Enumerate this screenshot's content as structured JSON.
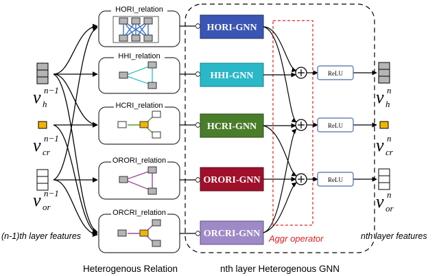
{
  "relations": [
    {
      "label": "HORI_relation"
    },
    {
      "label": "HHI_relation"
    },
    {
      "label": "HCRI_relation"
    },
    {
      "label": "ORORI_relation"
    },
    {
      "label": "ORCRI_relation"
    }
  ],
  "gnns": [
    {
      "label": "HORI-GNN",
      "color": "#3a55b4"
    },
    {
      "label": "HHI-GNN",
      "color": "#2ab8c8"
    },
    {
      "label": "HCRI-GNN",
      "color": "#4a7d2a"
    },
    {
      "label": "ORORI-GNN",
      "color": "#a0102a"
    },
    {
      "label": "ORCRI-GNN",
      "color": "#9d8ac6"
    }
  ],
  "relu": [
    "ReLU",
    "ReLU",
    "ReLU"
  ],
  "inputs": [
    {
      "base": "v",
      "sub": "h",
      "sup": "n−1"
    },
    {
      "base": "v",
      "sub": "cr",
      "sup": "n−1"
    },
    {
      "base": "v",
      "sub": "or",
      "sup": "n−1"
    }
  ],
  "outputs": [
    {
      "base": "v",
      "sub": "h",
      "sup": "n"
    },
    {
      "base": "v",
      "sub": "cr",
      "sup": "n"
    },
    {
      "base": "v",
      "sub": "or",
      "sup": "n"
    }
  ],
  "labels": {
    "input_layer": "(n-1)th layer features",
    "output_layer": "nth layer features",
    "aggr": "Aggr operator",
    "hetero_relation": "Heterogenous Relation",
    "hetero_gnn": "nth layer Heterogenous GNN"
  },
  "colors": {
    "node_gray": "#b5b5b5",
    "node_cr": "#f0b400",
    "aggr_border": "#e02020",
    "aggr_text": "#e02020",
    "relation_edge_blue": "#3a6ec8",
    "relation_edge_teal": "#33c3c8",
    "relation_edge_green": "#5a9a2a",
    "relation_edge_purple": "#9a4c9a"
  }
}
